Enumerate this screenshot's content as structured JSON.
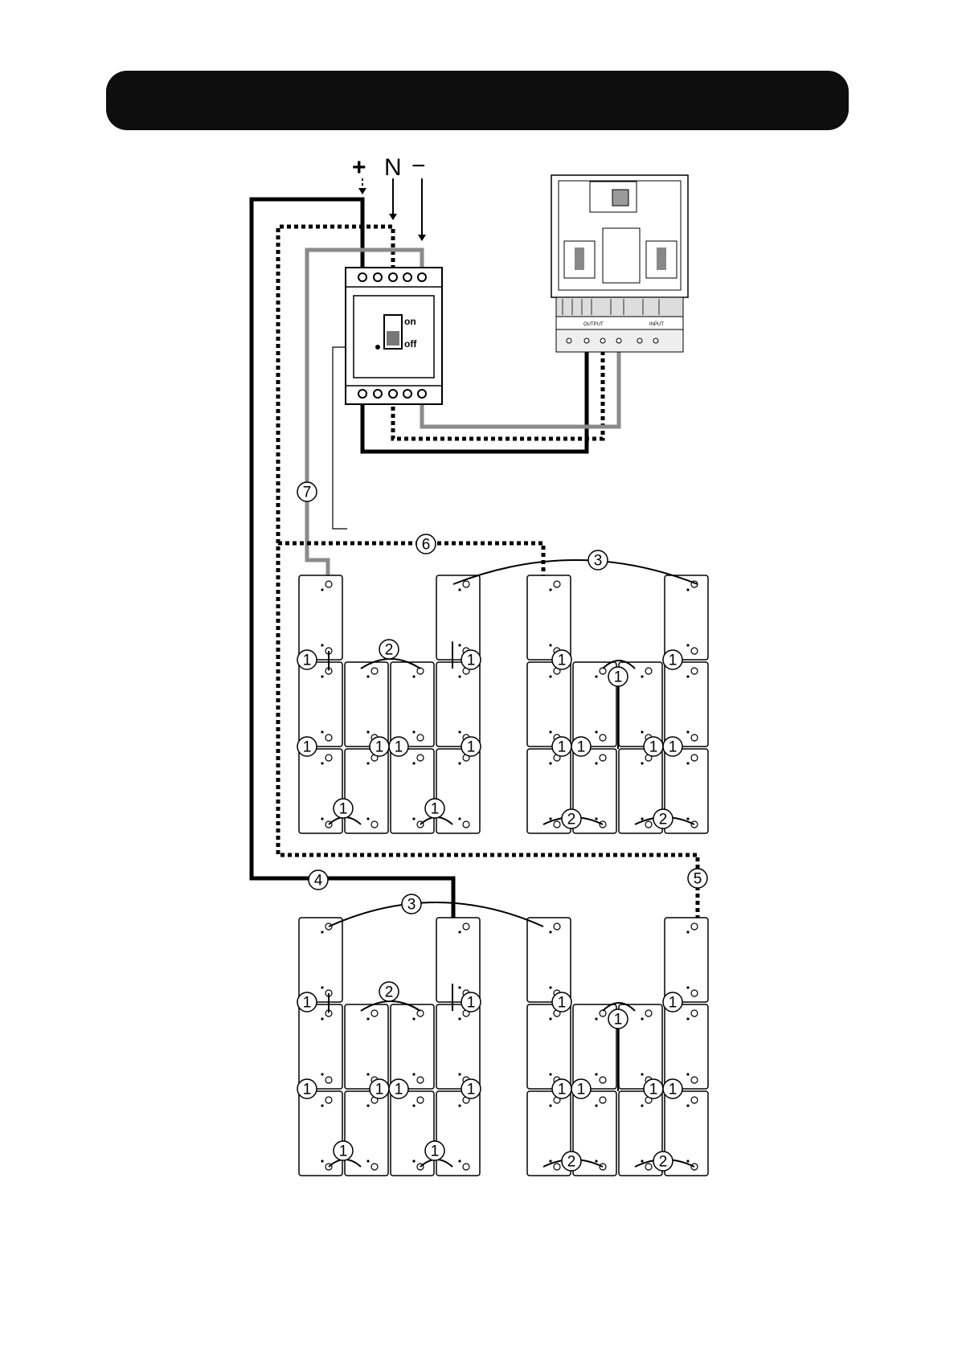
{
  "header": {
    "title": ""
  },
  "poles": {
    "plus": "+",
    "neutral": "N",
    "minus": "−"
  },
  "breaker": {
    "on_label": "on",
    "off_label": "off"
  },
  "ups": {
    "output_label": "OUTPUT",
    "input_label": "INPUT"
  },
  "callouts": {
    "c1": "1",
    "c2": "2",
    "c3": "3",
    "c4": "4",
    "c5": "5",
    "c6": "6",
    "c7": "7"
  },
  "colors": {
    "black_cable": "#000000",
    "grey_cable": "#8a8a8a",
    "neutral_cable": "dotted-black"
  }
}
